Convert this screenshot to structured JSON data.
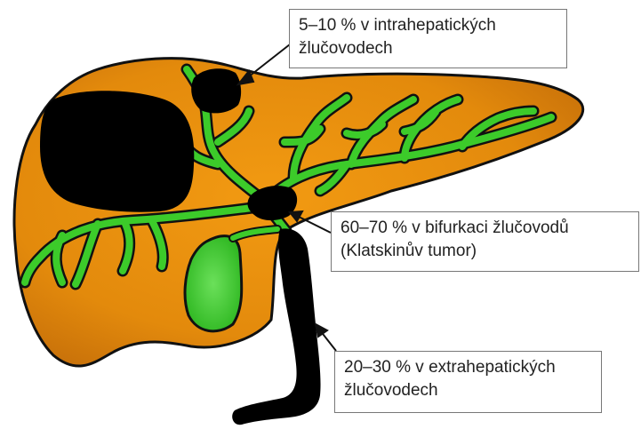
{
  "colors": {
    "liver_fill": "#E8900E",
    "liver_outline": "#111111",
    "duct_fill": "#3CCB2A",
    "tumor": "#000000",
    "box_border": "#777777",
    "text": "#222222"
  },
  "callouts": {
    "intrahepatic": {
      "line1": "5–10 % v intrahepatických",
      "line2": "žlučovodech"
    },
    "bifurcation": {
      "line1": "60–70 % v bifurkaci žlučovodů",
      "line2": "(Klatskinův tumor)"
    },
    "extrahepatic": {
      "line1": "20–30 % v extrahepatických",
      "line2": "žlučovodech"
    }
  }
}
